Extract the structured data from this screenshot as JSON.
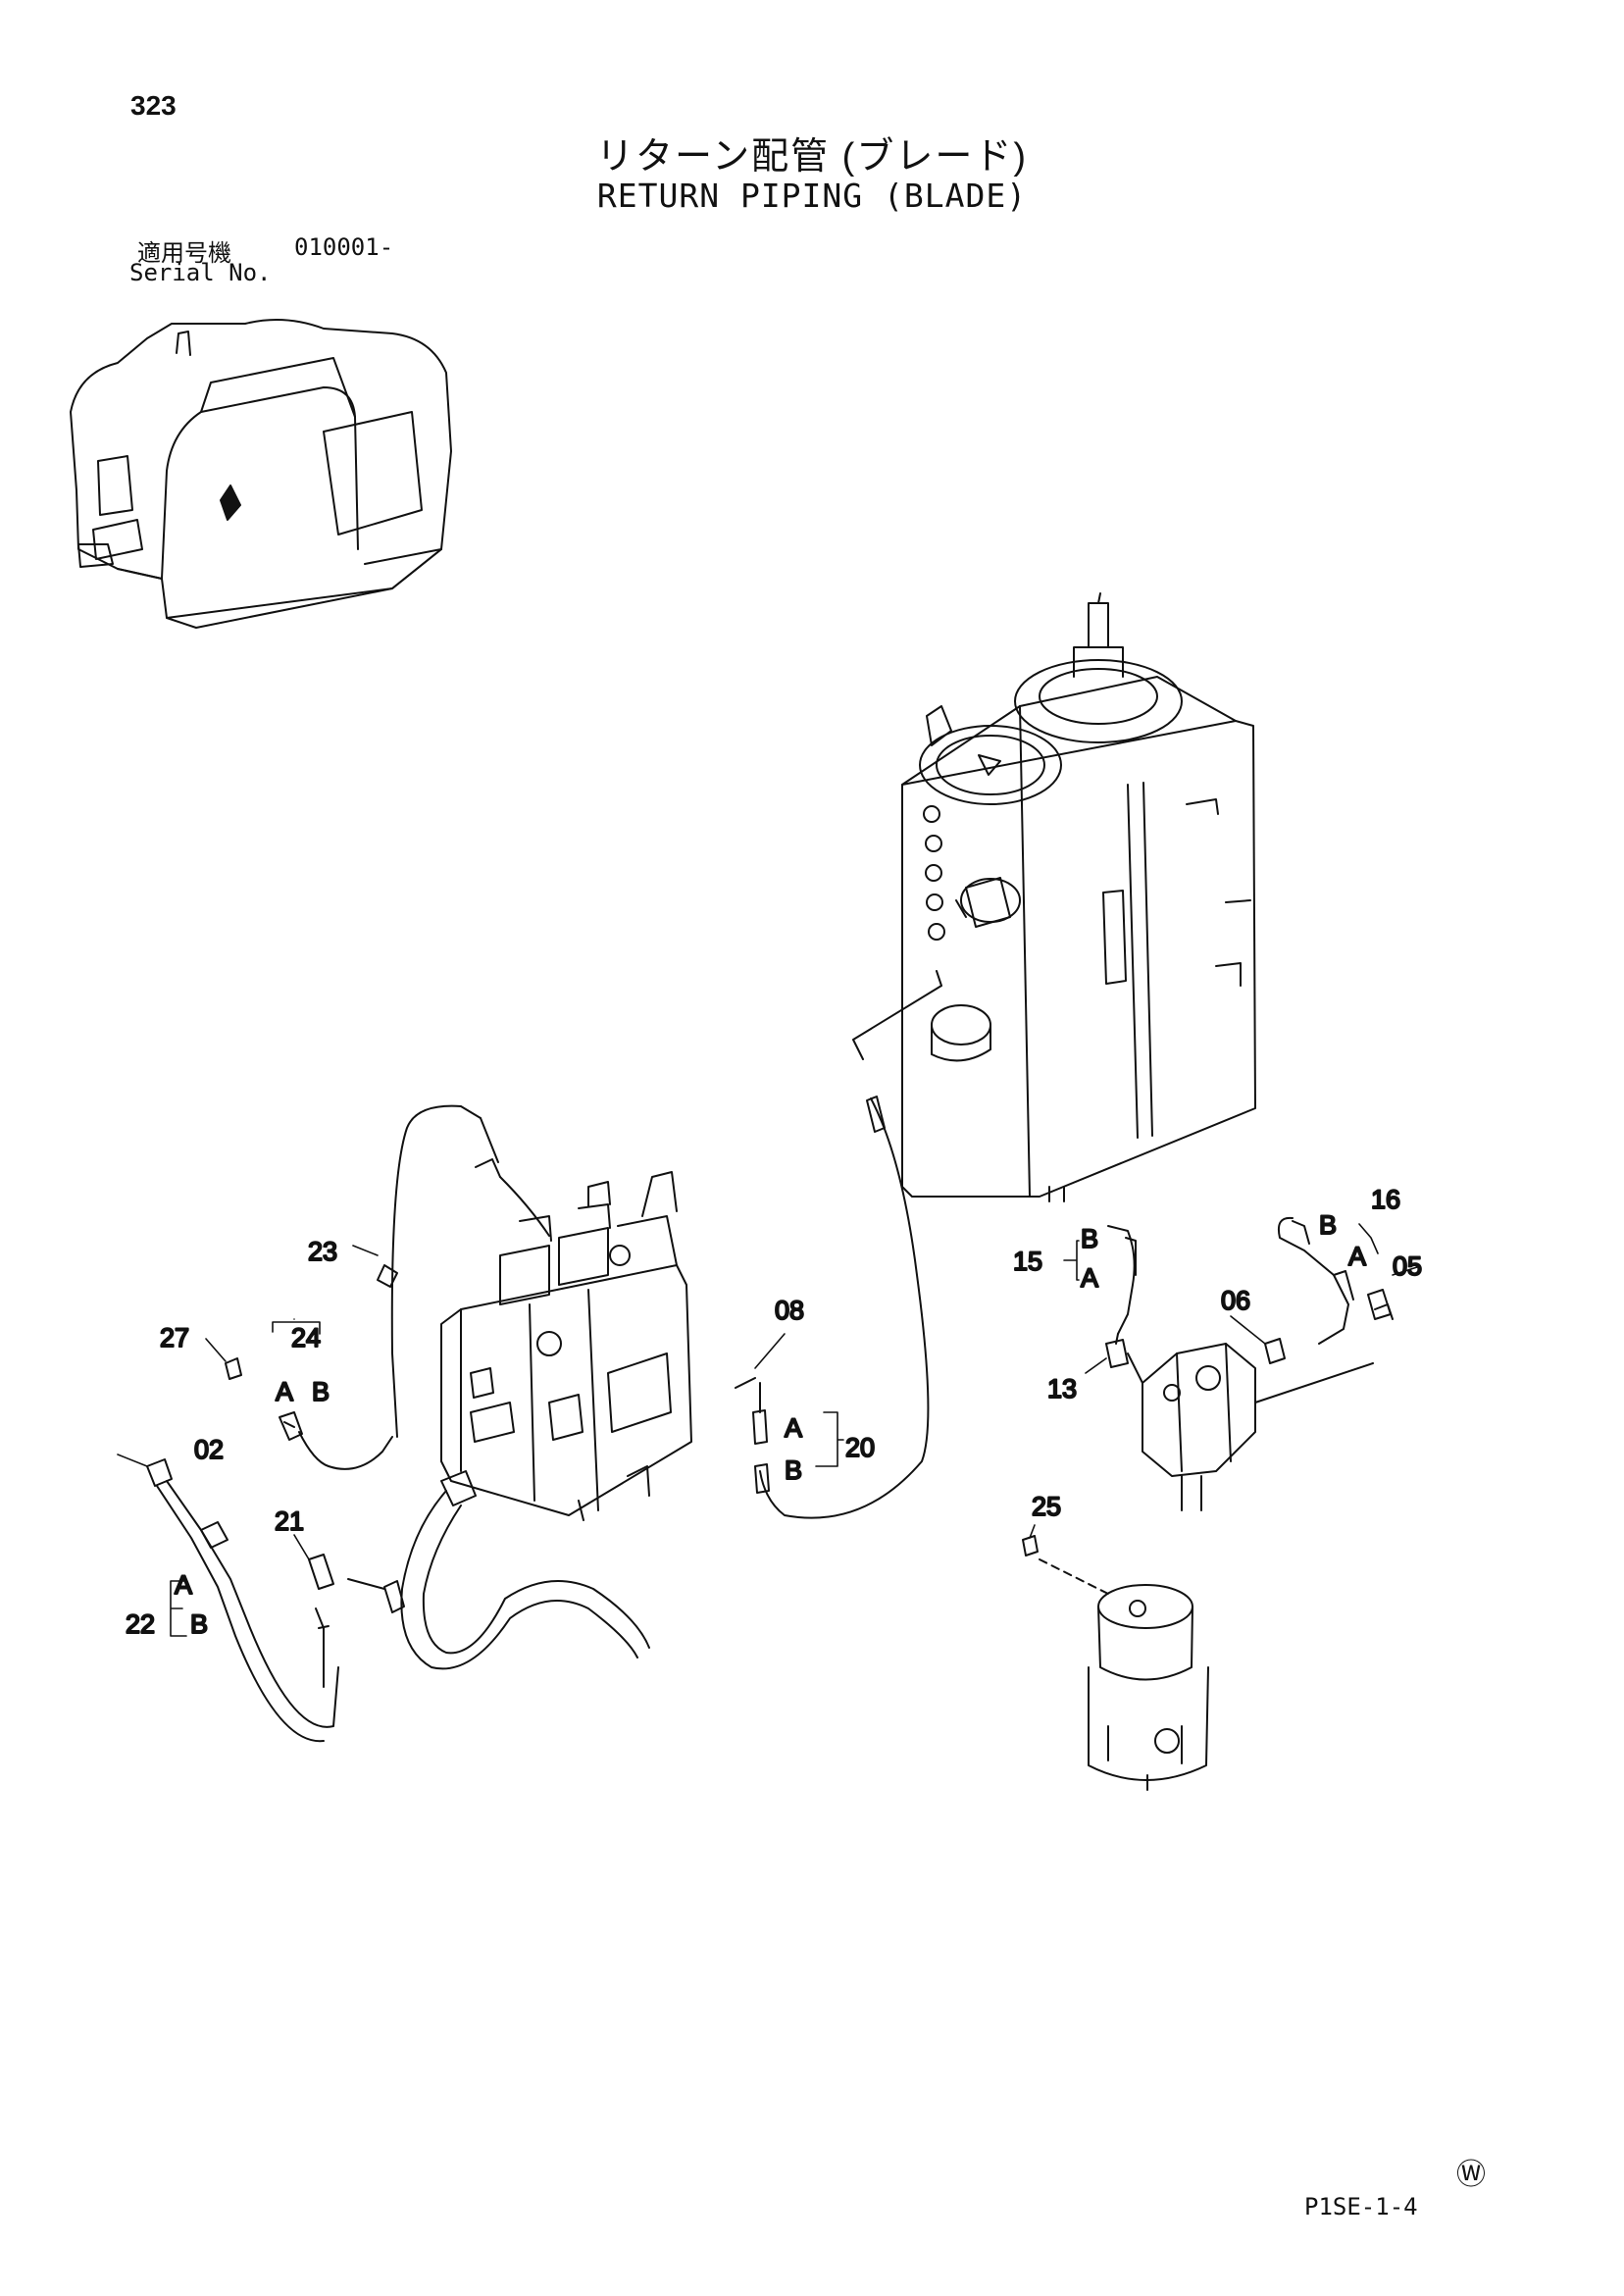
{
  "header": {
    "page_number": "323",
    "title_jp": "リターン配管 (ブレード)",
    "title_en": "RETURN PIPING (BLADE)",
    "serial_label_jp": "適用号機",
    "serial_value": "010001-",
    "serial_label_en": "Serial No."
  },
  "callouts": {
    "c02": "02",
    "c05": "05",
    "c06": "06",
    "c08": "08",
    "c13": "13",
    "c15": "15",
    "c16": "16",
    "c20": "20",
    "c21": "21",
    "c22": "22",
    "c23": "23",
    "c24": "24",
    "c25": "25",
    "c27": "27",
    "a": "A",
    "b": "B"
  },
  "footer": {
    "w_mark": "Ⓦ",
    "code": "P1SE-1-4"
  }
}
